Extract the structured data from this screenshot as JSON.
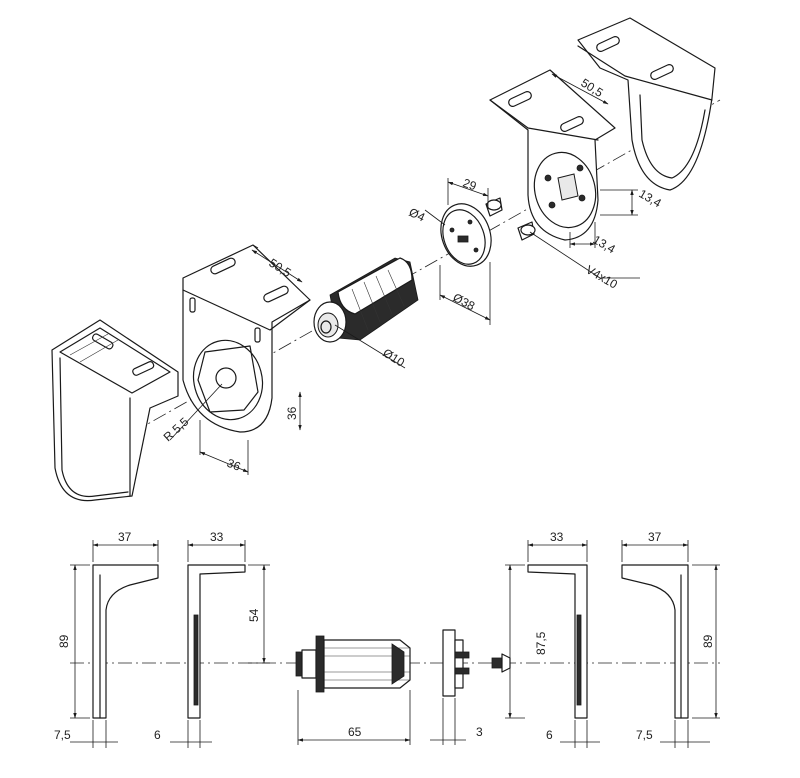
{
  "iso_labels": {
    "width_left": "50,5",
    "width_right": "50,5",
    "shaft_dia": "Ø10",
    "radius": "R 5,5",
    "hole_w": "36",
    "hole_h": "36",
    "disc_dia": "Ø38",
    "disc_hole": "29",
    "screw_dia": "Ø4",
    "screw_label": "V4x10",
    "offset_a": "13,4",
    "offset_b": "13,4"
  },
  "side_labels": {
    "left_bracket_width": "37",
    "left_bracket_height": "89",
    "left_bracket_thick": "7,5",
    "left_plate_width": "33",
    "left_plate_height": "54",
    "left_plate_thick": "6",
    "adapter_length": "65",
    "disc_thick": "3",
    "right_plate_width": "33",
    "right_plate_height": "87,5",
    "right_plate_thick": "6",
    "right_bracket_width": "37",
    "right_bracket_height": "89",
    "right_bracket_thick": "7,5"
  }
}
